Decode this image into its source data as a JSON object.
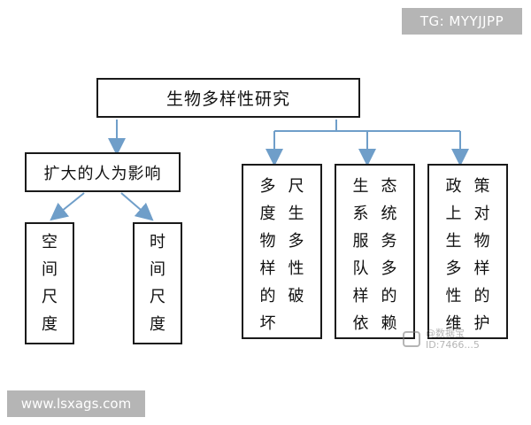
{
  "badges": {
    "tg": "TG: MYYJJPP",
    "url": "www.lsxags.com"
  },
  "diagram": {
    "root": "生物多样性研究",
    "left_branch": {
      "label": "扩大的人为影响",
      "children": [
        {
          "chars": [
            "空",
            "间",
            "尺",
            "度"
          ]
        },
        {
          "chars": [
            "时",
            "间",
            "尺",
            "度"
          ]
        }
      ]
    },
    "right_branches": [
      {
        "columns": [
          [
            "尺",
            "生",
            "多",
            "性",
            "破"
          ],
          [
            "多",
            "度",
            "物",
            "样",
            "的",
            "坏"
          ]
        ]
      },
      {
        "columns": [
          [
            "态",
            "统",
            "务",
            "多",
            "的",
            "赖"
          ],
          [
            "生",
            "系",
            "服",
            "队",
            "样",
            "依"
          ]
        ]
      },
      {
        "columns": [
          [
            "策",
            "对",
            "物",
            "样",
            "的",
            "护"
          ],
          [
            "政",
            "上",
            "生",
            "多",
            "性",
            "维"
          ]
        ]
      }
    ]
  },
  "watermark": {
    "line1": "@数据宝",
    "line2": "ID:7466...5"
  },
  "colors": {
    "arrow": "#6f9ec9",
    "border": "#1a1a1a",
    "badge_bg": "#b5b5b5"
  }
}
